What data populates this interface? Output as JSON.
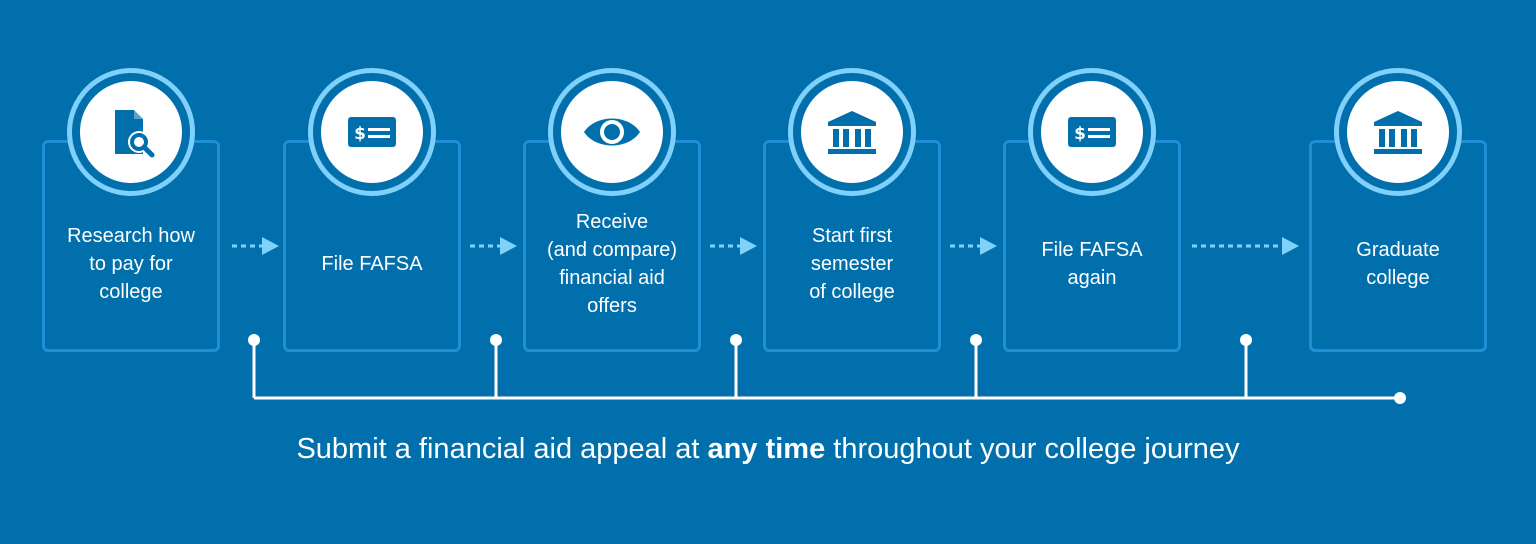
{
  "colors": {
    "background": "#006fab",
    "box_border": "#1f8fd6",
    "circle_ring": "#7fd0fb",
    "icon": "#006fab",
    "arrow": "#7fd0fb",
    "text": "#ffffff"
  },
  "steps": [
    {
      "label": "Research how\nto pay for\ncollege",
      "icon": "document-search-icon"
    },
    {
      "label": "File FAFSA",
      "icon": "check-money-icon"
    },
    {
      "label": "Receive\n(and compare)\nfinancial aid\noffers",
      "icon": "eye-icon"
    },
    {
      "label": "Start first\nsemester\nof college",
      "icon": "institution-building-icon"
    },
    {
      "label": "File FAFSA\nagain",
      "icon": "check-money-icon"
    },
    {
      "label": "Graduate\ncollege",
      "icon": "institution-building-icon"
    }
  ],
  "appeal_note": {
    "before": "Submit a financial aid appeal at ",
    "emphasis": "any time",
    "after": " throughout your college journey"
  }
}
